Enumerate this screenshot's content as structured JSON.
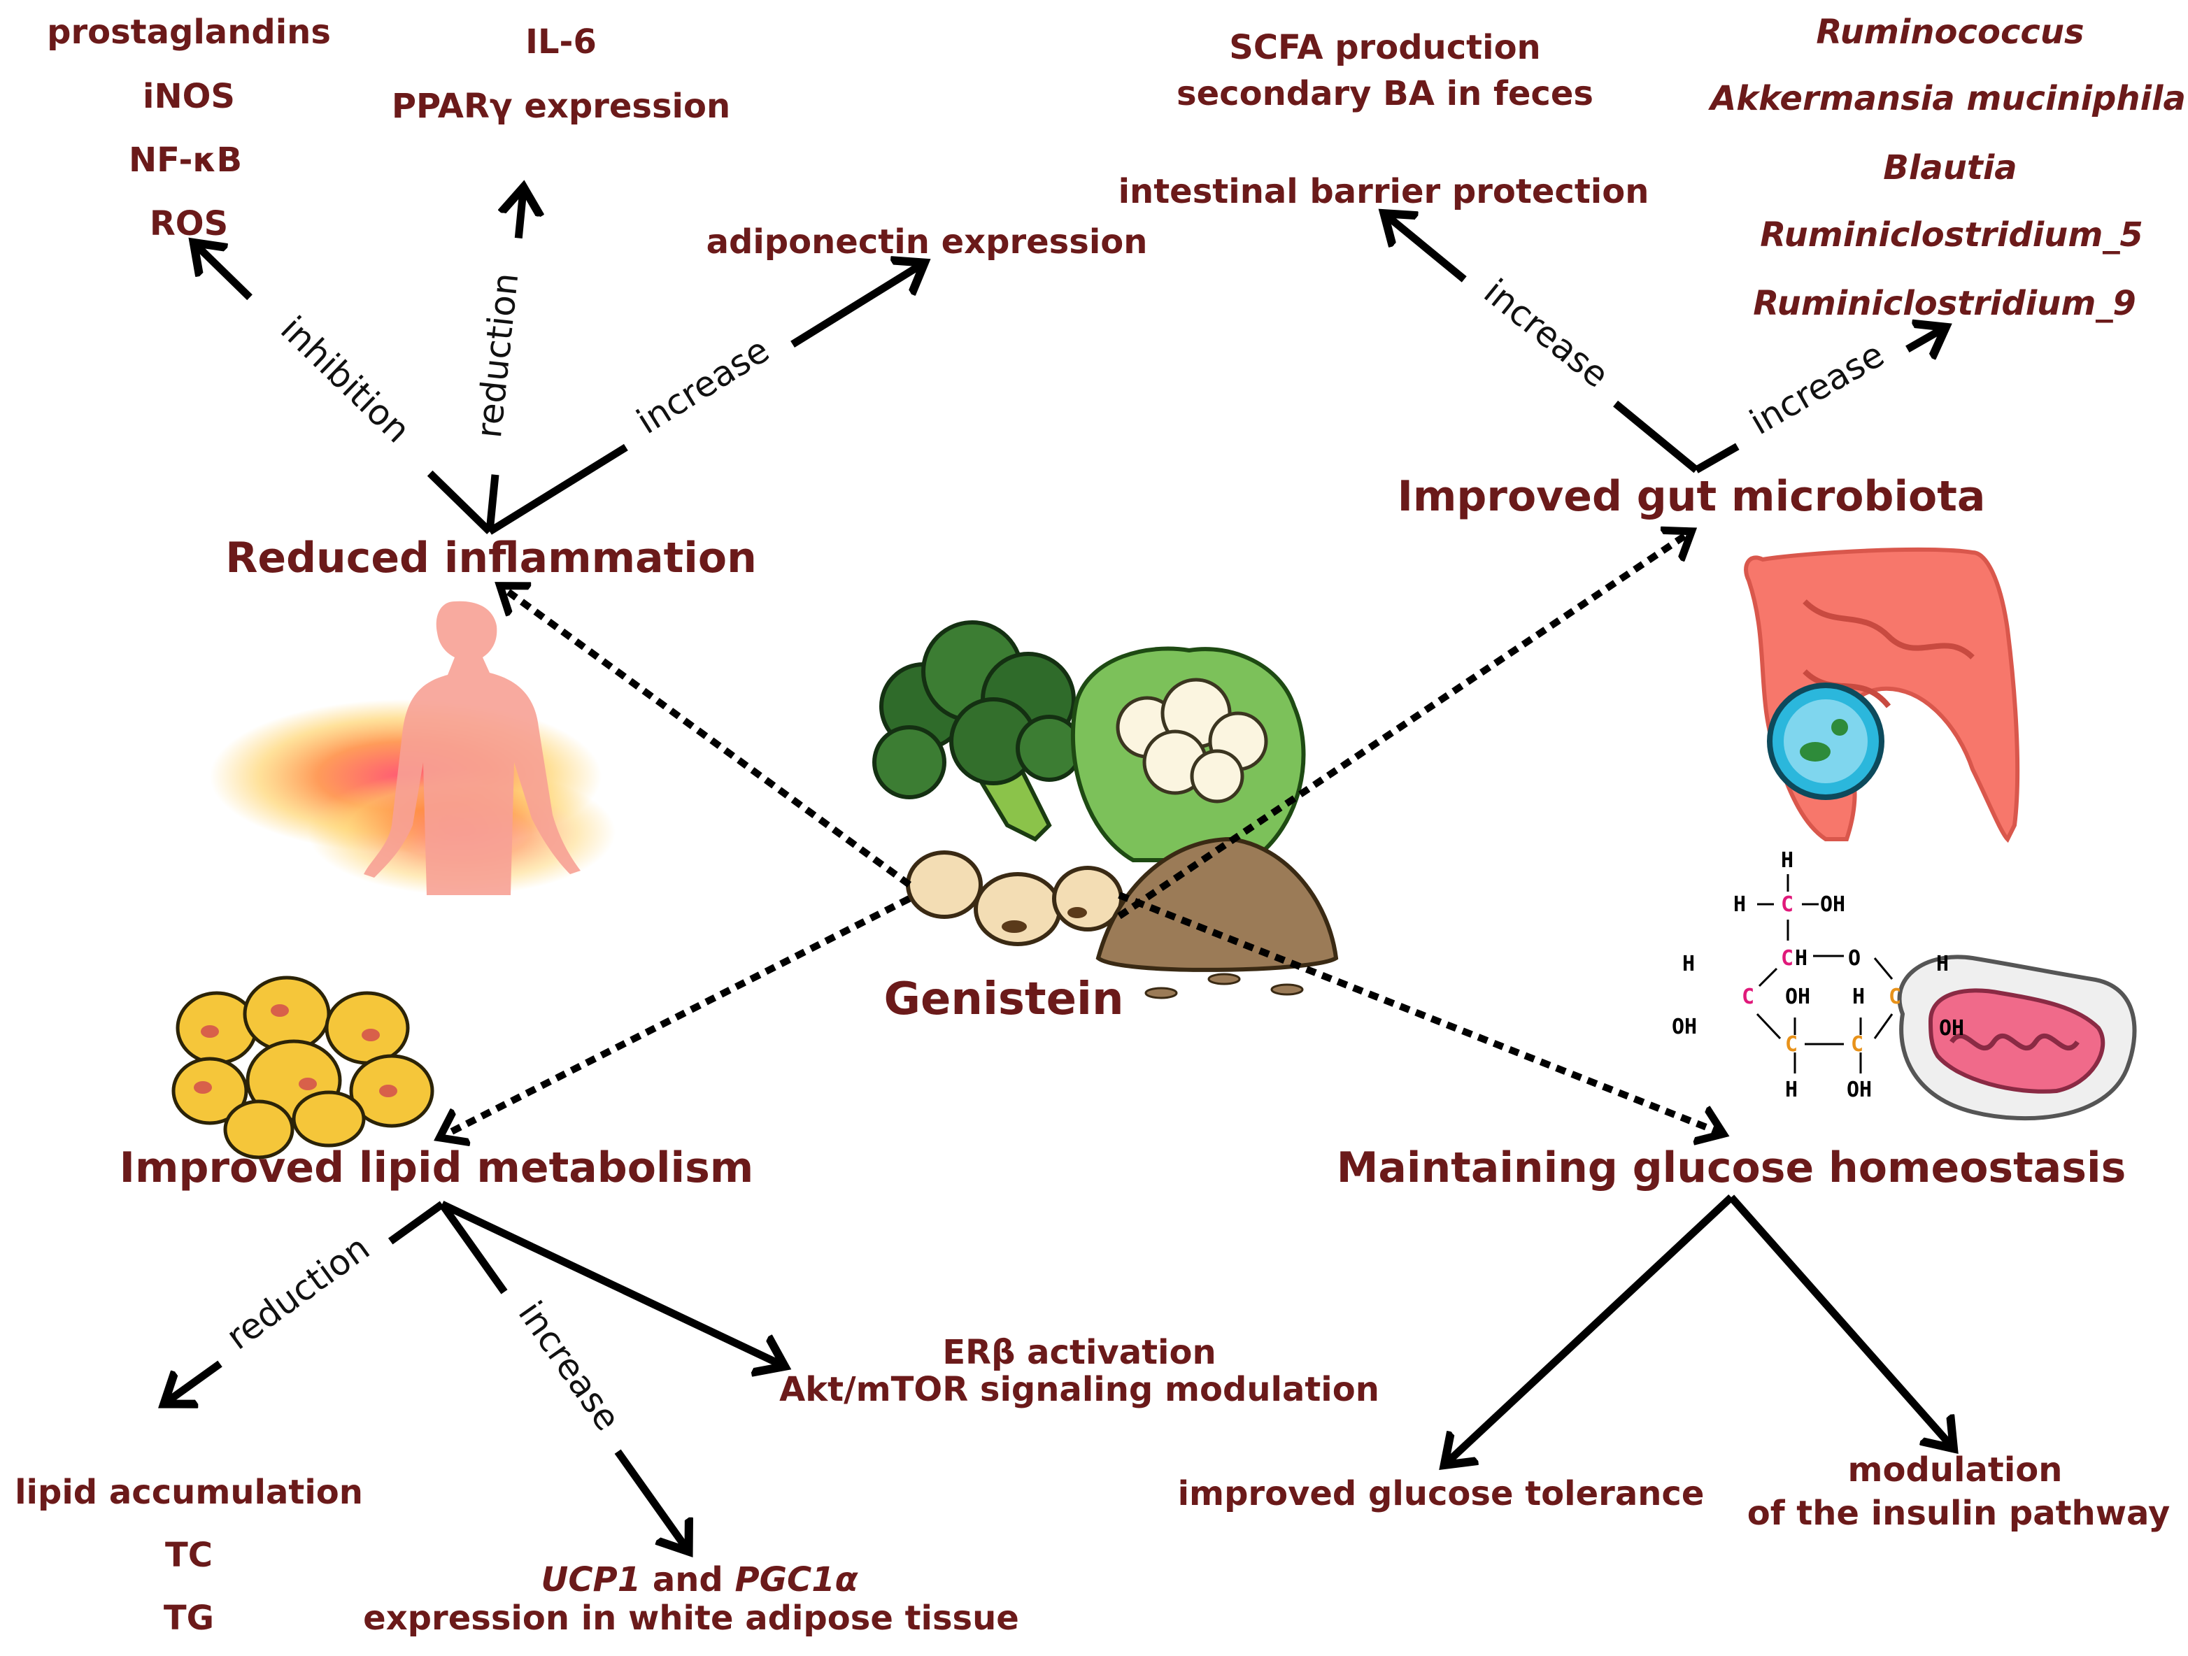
{
  "center": {
    "title": "Genistein"
  },
  "inflammation": {
    "title": "Reduced inflammation",
    "edge_inhibition": "inhibition",
    "edge_reduction": "reduction",
    "edge_increase": "increase",
    "inhibited": [
      "prostaglandins",
      "iNOS",
      "NF-κB",
      "ROS"
    ],
    "reduced": [
      "IL-6",
      "PPARγ expression"
    ],
    "increased": "adiponectin expression"
  },
  "gut": {
    "title": "Improved gut microbiota",
    "edge_barrier": "increase",
    "edge_bacteria": "increase",
    "top": [
      "SCFA production",
      "secondary BA in feces"
    ],
    "barrier": "intestinal barrier protection",
    "bacteria": [
      "Ruminococcus",
      "Akkermansia muciniphila",
      "Blautia",
      "Ruminiclostridium_5",
      "Ruminiclostridium_9"
    ]
  },
  "lipid": {
    "title": "Improved lipid metabolism",
    "edge_reduction": "reduction",
    "edge_increase": "increase",
    "reduced": [
      "lipid accumulation",
      "TC",
      "TG"
    ],
    "uncoupling": {
      "ucp1": "UCP1",
      "and": " and ",
      "pgc": "PGC1α",
      "line2": "expression in white adipose tissue"
    },
    "signaling": [
      "ERβ activation",
      "Akt/mTOR signaling modulation"
    ]
  },
  "glucose": {
    "title": "Maintaining glucose homeostasis",
    "tolerance": "improved glucose tolerance",
    "insulin": [
      "modulation",
      "of the insulin pathway"
    ]
  },
  "molecule": {
    "h": "H",
    "c": "C",
    "o": "O",
    "oh": "OH",
    "ch": "CH"
  },
  "colors": {
    "text": "#6b1a1a",
    "arrow": "#000000"
  }
}
